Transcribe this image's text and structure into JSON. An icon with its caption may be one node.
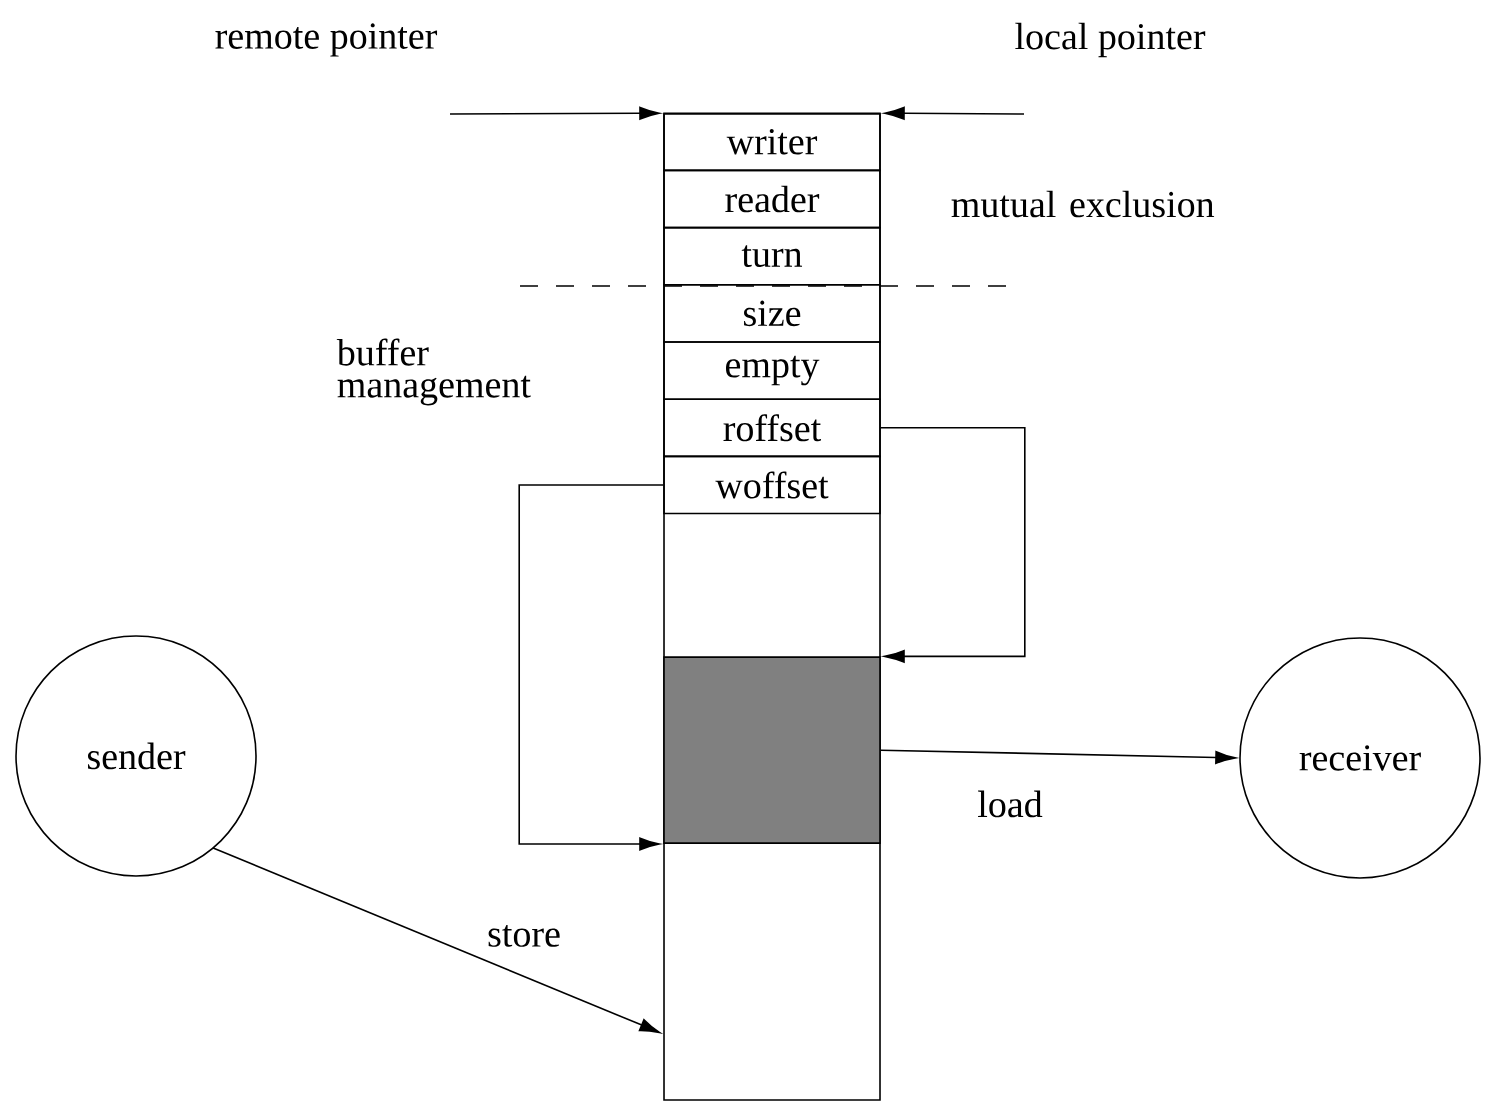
{
  "diagram": {
    "nodes": [
      {
        "text": [],
        "shape": "box"
      },
      {
        "text": [
          "writer"
        ],
        "in": 0
      },
      {
        "text": [
          "reader"
        ],
        "in": 0
      },
      {
        "text": [
          "turn"
        ],
        "in": 0
      },
      {
        "text": [
          "size"
        ],
        "in": 0
      },
      {
        "text": [
          "empty"
        ],
        "in": 0
      },
      {
        "text": [
          "roffset"
        ],
        "in": 0
      },
      {
        "text": [
          "woffset"
        ],
        "in": 0
      },
      {
        "text": [],
        "shape": "box",
        "in": 0
      },
      {
        "text": [
          "sender"
        ]
      },
      {
        "text": [
          "receiver"
        ]
      }
    ],
    "edges": [
      {
        "from": null,
        "to": 0,
        "arrow": "to",
        "label": "remote pointer"
      },
      {
        "from": null,
        "to": 0,
        "arrow": "to",
        "label": "local pointer"
      },
      {
        "from": 6,
        "to": 8,
        "arrow": "to"
      },
      {
        "from": 7,
        "to": 8,
        "arrow": "to"
      },
      {
        "from": 9,
        "to": 0,
        "arrow": "to",
        "label": "store"
      },
      {
        "from": 8,
        "to": 10,
        "arrow": "to",
        "label": "load"
      }
    ],
    "labels": [
      "mutual exclusion",
      "buffer management"
    ]
  }
}
